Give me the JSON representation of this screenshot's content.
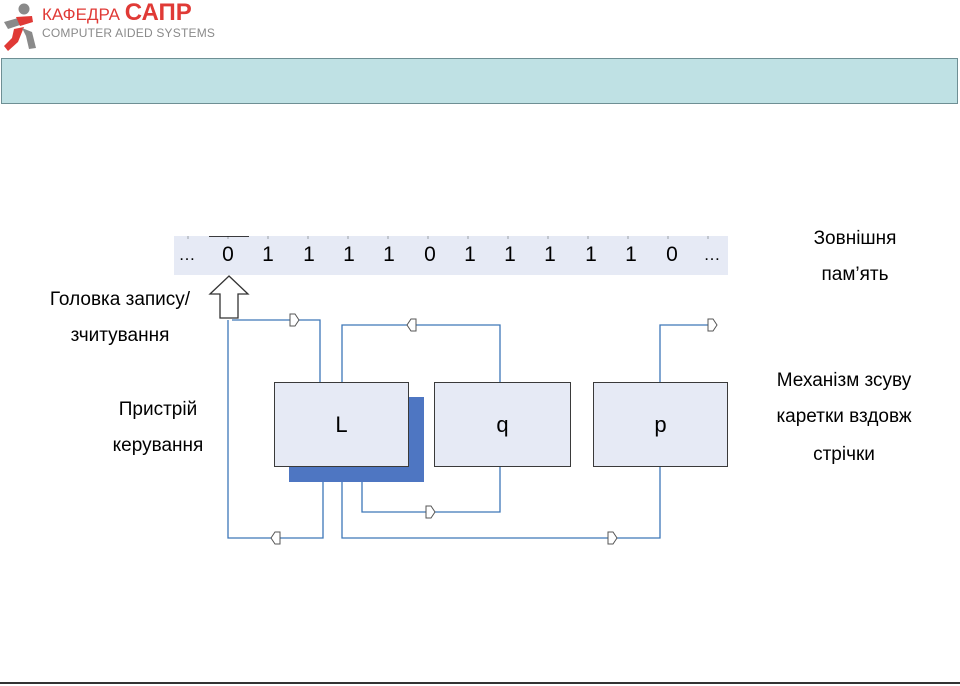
{
  "header": {
    "logo_line1_small": "КАФЕДРА",
    "logo_line1_big": "САПР",
    "logo_line2": "COMPUTER AIDED SYSTEMS"
  },
  "tape": {
    "left_dots": "…",
    "right_dots": "…",
    "cells": [
      "0",
      "1",
      "1",
      "1",
      "1",
      "0",
      "1",
      "1",
      "1",
      "1",
      "1",
      "0"
    ]
  },
  "labels": {
    "external_memory_1": "Зовнішня",
    "external_memory_2": "пам’ять",
    "head_1": "Головка запису/",
    "head_2": "зчитування",
    "control_1": "Пристрій",
    "control_2": "керування",
    "mechanism_1": "Механізм зсуву",
    "mechanism_2": "каретки вздовж",
    "mechanism_3": "стрічки"
  },
  "blocks": {
    "L": "L",
    "q": "q",
    "p": "p"
  },
  "colors": {
    "brand_red": "#e03a36",
    "title_band": "#bfe1e4",
    "tape_fill": "#e6eaf5",
    "block_fill": "#e6eaf5",
    "shadow_blue": "#4e76c2",
    "connector_blue": "#3d77b8"
  }
}
